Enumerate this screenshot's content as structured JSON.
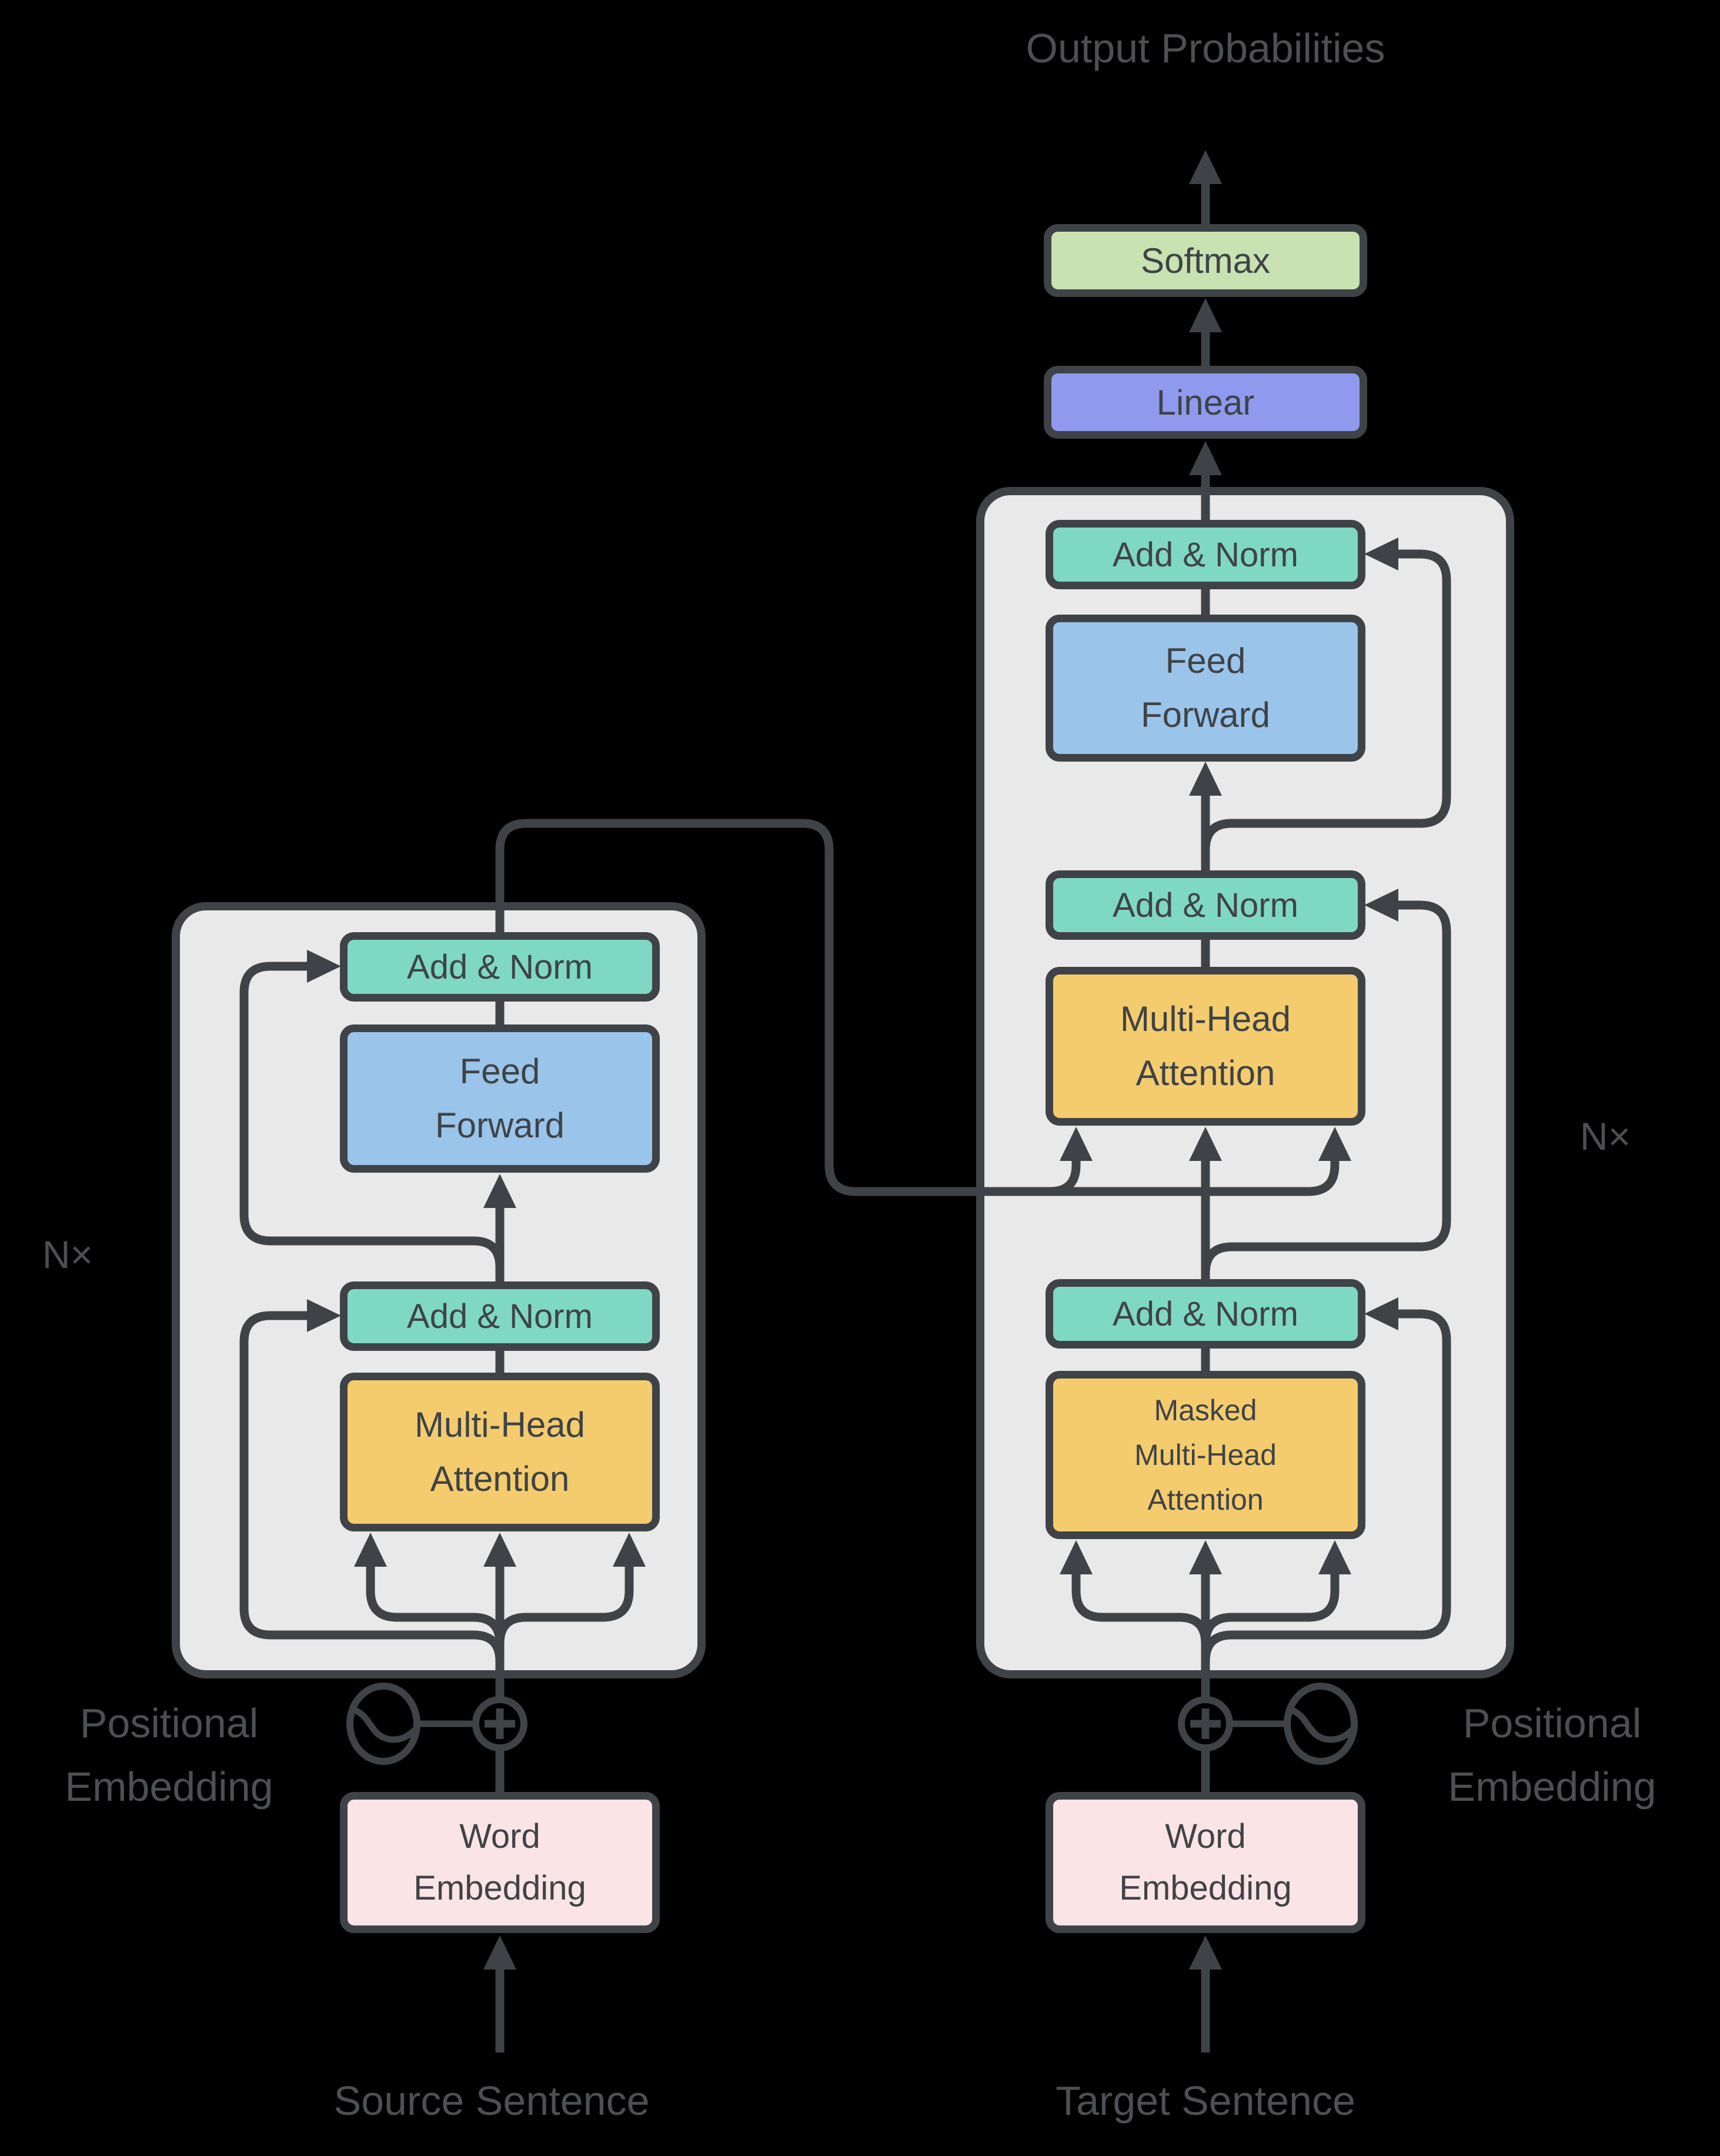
{
  "colors": {
    "background": "#000000",
    "container_fill": "#e9e9e9",
    "stroke": "#3f4347",
    "outside_text": "#4d4f52",
    "add_norm_fill": "#7fd8c4",
    "feed_forward_fill": "#9ac4ea",
    "attention_fill": "#f4cc6e",
    "softmax_fill": "#c8e2b2",
    "linear_fill": "#8f9aef",
    "word_embedding_fill": "#fae4e6"
  },
  "output": {
    "probabilities_label": [
      "Output",
      "Probabilities"
    ]
  },
  "blocks": {
    "softmax": "Softmax",
    "linear": "Linear",
    "add_and_norm": "Add & Norm",
    "feed_forward": [
      "Feed",
      "Forward"
    ],
    "multi_head_attention": [
      "Multi-Head",
      "Attention"
    ],
    "masked_multi_head_attention": [
      "Masked",
      "Multi-Head",
      "Attention"
    ],
    "word_embedding": [
      "Word",
      "Embedding"
    ]
  },
  "annotations": {
    "n_times_left": "N×",
    "n_times_right": "N×",
    "positional_embedding_left": [
      "Positional",
      "Embedding"
    ],
    "positional_embedding_right": [
      "Positional",
      "Embedding"
    ],
    "source_sentence": "Source Sentence",
    "target_sentence": "Target Sentence"
  }
}
